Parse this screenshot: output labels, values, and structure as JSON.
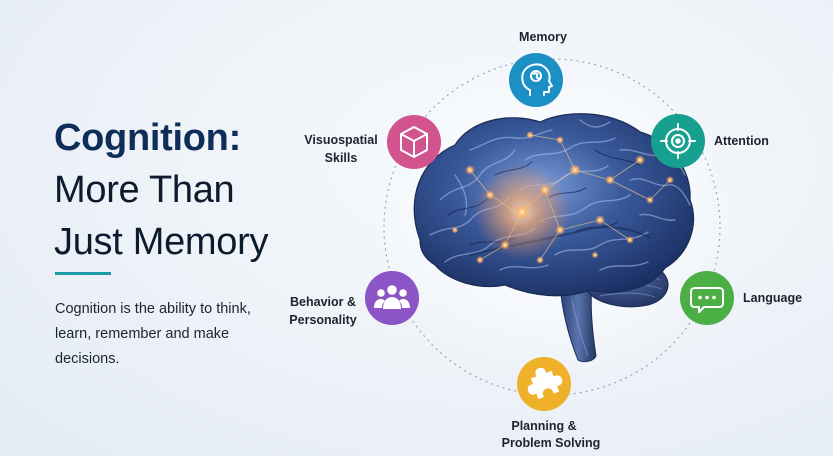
{
  "title": {
    "line1": "Cognition:",
    "line2": "More Than",
    "line3": "Just Memory"
  },
  "description": "Cognition is the ability to think, learn, remember and make decisions.",
  "colors": {
    "title_accent": "#0f2d59",
    "rule": "#1d9aa8",
    "memory": "#1c8fc4",
    "attention": "#17a090",
    "language": "#4caf45",
    "planning": "#f0b12a",
    "behavior": "#8c55c6",
    "visuospatial": "#d2548f"
  },
  "domains": {
    "memory": {
      "line1": "Memory",
      "icon": "head-brain-icon"
    },
    "attention": {
      "line1": "Attention",
      "icon": "target-icon"
    },
    "language": {
      "line1": "Language",
      "icon": "speech-bubble-icon"
    },
    "planning": {
      "line1": "Planning &",
      "line2": "Problem Solving",
      "icon": "puzzle-piece-icon"
    },
    "behavior": {
      "line1": "Behavior &",
      "line2": "Personality",
      "icon": "people-group-icon"
    },
    "visuospatial": {
      "line1": "Visuospatial",
      "line2": "Skills",
      "icon": "cube-icon"
    }
  },
  "center_image": "glowing-brain-illustration"
}
